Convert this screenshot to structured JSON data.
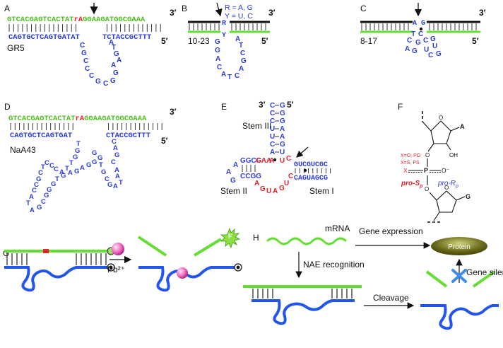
{
  "panels": {
    "A": {
      "letter": "A",
      "top_green": "GTCACGAGTCACTAT",
      "top_red": "rA",
      "top_green2": "GGAAGATGGCGAAA",
      "prime3": "3′",
      "prime5": "5′",
      "bottom_left": "CAGTGCTCAGTGATAT",
      "bottom_right": "TCTACCGCTTT",
      "name": "GR5"
    },
    "B": {
      "letter": "B",
      "legend1": "R = A, G",
      "legend2": "Y = U, C",
      "r": "R",
      "y": "Y",
      "prime3": "3′",
      "prime5": "5′",
      "name": "10-23"
    },
    "C": {
      "letter": "C",
      "ag": "A G",
      "prime3": "3′",
      "prime5": "5′",
      "name": "8-17"
    },
    "D": {
      "letter": "D",
      "top_green": "GTCACGAGTCACTAT",
      "top_red": "rA",
      "top_green2": "GGAAGATGGCGAAA",
      "prime3": "3′",
      "prime5": "5′",
      "bottom_left": "CAGTGCTCAGTGAT",
      "bottom_right": "CTACCGCTTT",
      "name": "NaA43"
    },
    "E": {
      "letter": "E",
      "stem1": "Stem I",
      "stem2": "Stem II",
      "stem3": "Stem III",
      "right_top": "GUCGUCGC",
      "right_bottom": "CAGUAGCG",
      "prime3": "3′",
      "prime5": "5′"
    },
    "F": {
      "letter": "F",
      "a": "A",
      "g": "G",
      "oh": "OH",
      "o1": "O",
      "o2": "O",
      "p": "P",
      "x": "X",
      "minus_o": "O⁻",
      "xo": "X=O, PO",
      "xs": "X=S, PS",
      "pro_s": "pro-S",
      "pro_s_sub": "p",
      "pro_r": "pro-R",
      "pro_r_sub": "p"
    },
    "G": {
      "letter": "G",
      "pb": "Pb²⁺"
    },
    "H": {
      "letter": "H",
      "mrna": "mRNA",
      "gene_expression": "Gene expression",
      "protein": "Protein",
      "nae": "NAE recognition",
      "gene_silence": "Gene silence",
      "cleavage": "Cleavage"
    }
  },
  "colors": {
    "dna_blue": "#2b3bd8",
    "substrate_green": "#4fbf1f",
    "cleavage_red": "#e5212b",
    "thick_blue": "#2255ee",
    "thick_green": "#66dd33",
    "protein_fill": "#5a5a12"
  }
}
